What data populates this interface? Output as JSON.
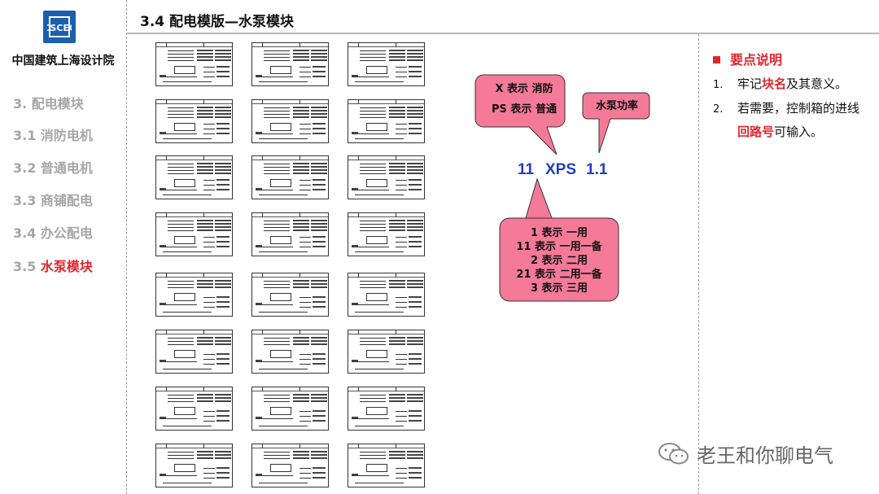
{
  "sidebar": {
    "org_name": "中国建筑上海设计院",
    "items": [
      {
        "prefix": "3.  ",
        "label": "配电模块"
      },
      {
        "prefix": "3.1 ",
        "label": "消防电机"
      },
      {
        "prefix": "3.2 ",
        "label": "普通电机"
      },
      {
        "prefix": "3.3 ",
        "label": "商铺配电"
      },
      {
        "prefix": "3.4 ",
        "label": "办公配电"
      },
      {
        "prefix": "3.5 ",
        "label": "水泵模块"
      }
    ]
  },
  "header": {
    "title": "3.4 配电模版—水泵模块"
  },
  "callouts": {
    "top_left_line1": "X 表示 消防",
    "top_left_line2": "PS 表示 普通",
    "top_right": "水泵功率",
    "code_a": "11",
    "code_b": "XPS",
    "code_c": "1.1",
    "bottom_lines": [
      "1 表示 一用",
      "11 表示 一用一备",
      "2 表示 二用",
      "21 表示 二用一备",
      "3 表示 三用"
    ]
  },
  "key_points": {
    "heading": "要点说明",
    "item1": {
      "num": "1.",
      "pre": "牢记",
      "red": "块名",
      "post": "及其意义。"
    },
    "item2": {
      "num": "2.",
      "pre": "若需要，控制箱的进线",
      "red": "回路号",
      "post": "可输入。"
    }
  },
  "watermark": {
    "text": "老王和你聊电气"
  },
  "colors": {
    "accent_red": "#e0262d",
    "callout_pink": "#f47a98",
    "code_blue": "#1f3fbf"
  }
}
